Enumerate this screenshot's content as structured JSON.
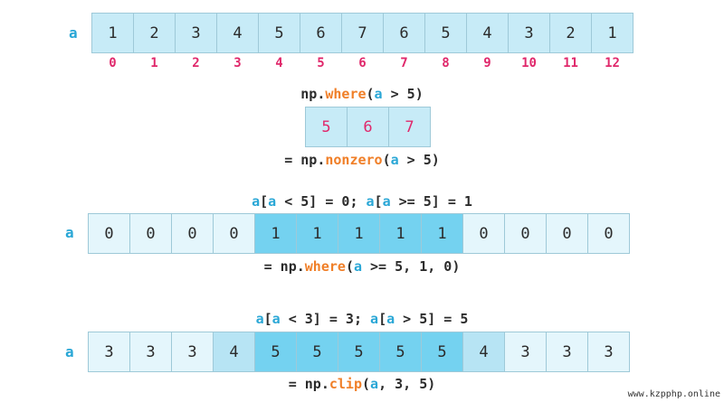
{
  "var_name": "a",
  "top_array": {
    "values": [
      "1",
      "2",
      "3",
      "4",
      "5",
      "6",
      "7",
      "6",
      "5",
      "4",
      "3",
      "2",
      "1"
    ],
    "indices": [
      "0",
      "1",
      "2",
      "3",
      "4",
      "5",
      "6",
      "7",
      "8",
      "9",
      "10",
      "11",
      "12"
    ]
  },
  "where_expr": {
    "prefix": "np.",
    "fn": "where",
    "open": "(",
    "var": "a",
    "rest": " > 5)"
  },
  "where_result": [
    "5",
    "6",
    "7"
  ],
  "nonzero_expr": {
    "prefix": "= np.",
    "fn": "nonzero",
    "open": "(",
    "var": "a",
    "rest": " > 5)"
  },
  "assign_expr": {
    "v1": "a",
    "p1": "[",
    "v2": "a",
    "p2": " < 5] = 0; ",
    "v3": "a",
    "p3": "[",
    "v4": "a",
    "p4": " >= 5] = 1"
  },
  "binary_array": {
    "values": [
      "0",
      "0",
      "0",
      "0",
      "1",
      "1",
      "1",
      "1",
      "1",
      "0",
      "0",
      "0",
      "0"
    ],
    "highlight": [
      false,
      false,
      false,
      false,
      true,
      true,
      true,
      true,
      true,
      false,
      false,
      false,
      false
    ]
  },
  "where3_expr": {
    "prefix": "= np.",
    "fn": "where",
    "open": "(",
    "var": "a",
    "rest": " >= 5, 1, 0)"
  },
  "clip_assign_expr": {
    "v1": "a",
    "p1": "[",
    "v2": "a",
    "p2": " < 3] = 3; ",
    "v3": "a",
    "p3": "[",
    "v4": "a",
    "p4": " > 5] = 5"
  },
  "clip_array": {
    "values": [
      "3",
      "3",
      "3",
      "4",
      "5",
      "5",
      "5",
      "5",
      "5",
      "4",
      "3",
      "3",
      "3"
    ],
    "shade": [
      "light",
      "light",
      "light",
      "mid",
      "hi",
      "hi",
      "hi",
      "hi",
      "hi",
      "mid",
      "light",
      "light",
      "light"
    ]
  },
  "clip_expr": {
    "prefix": "= np.",
    "fn": "clip",
    "open": "(",
    "var": "a",
    "rest": ", 3, 5)"
  },
  "watermark": "www.kzpphp.online",
  "colors": {
    "var": "#2aa7d6",
    "fn": "#f07f28",
    "index": "#e0286b",
    "highlight": "#74d2f0",
    "cell": "#c7ebf7"
  }
}
